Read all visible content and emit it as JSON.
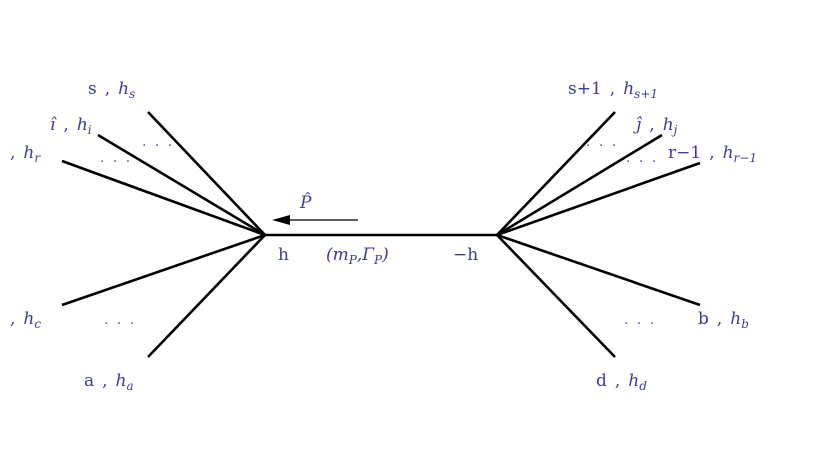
{
  "left_vertex": {
    "helicity": "h",
    "legs": [
      {
        "id": "s",
        "label": "s",
        "helicity_sub": "s"
      },
      {
        "id": "i",
        "label": "î",
        "helicity_sub": "i"
      },
      {
        "id": "r",
        "label": "",
        "helicity_sub": "r"
      },
      {
        "id": "c",
        "label": "",
        "helicity_sub": "c"
      },
      {
        "id": "a",
        "label": "a",
        "helicity_sub": "a"
      }
    ]
  },
  "right_vertex": {
    "helicity": "−h",
    "legs": [
      {
        "id": "s1",
        "label": "s+1",
        "helicity_sub": "s+1"
      },
      {
        "id": "j",
        "label": "ĵ",
        "helicity_sub": "j"
      },
      {
        "id": "r1",
        "label": "r−1",
        "helicity_sub": "r−1"
      },
      {
        "id": "b",
        "label": "b",
        "helicity_sub": "b"
      },
      {
        "id": "d",
        "label": "d",
        "helicity_sub": "d"
      }
    ]
  },
  "propagator": {
    "momentum": "P̂",
    "mass_width": "(mP,ΓP)",
    "mass_text": "(m",
    "mass_sub": "P",
    "width_text": ",Γ",
    "width_sub": "P",
    "close": ")"
  },
  "ellipsis": "· · ·",
  "separator": ",",
  "helicity_symbol": "h"
}
